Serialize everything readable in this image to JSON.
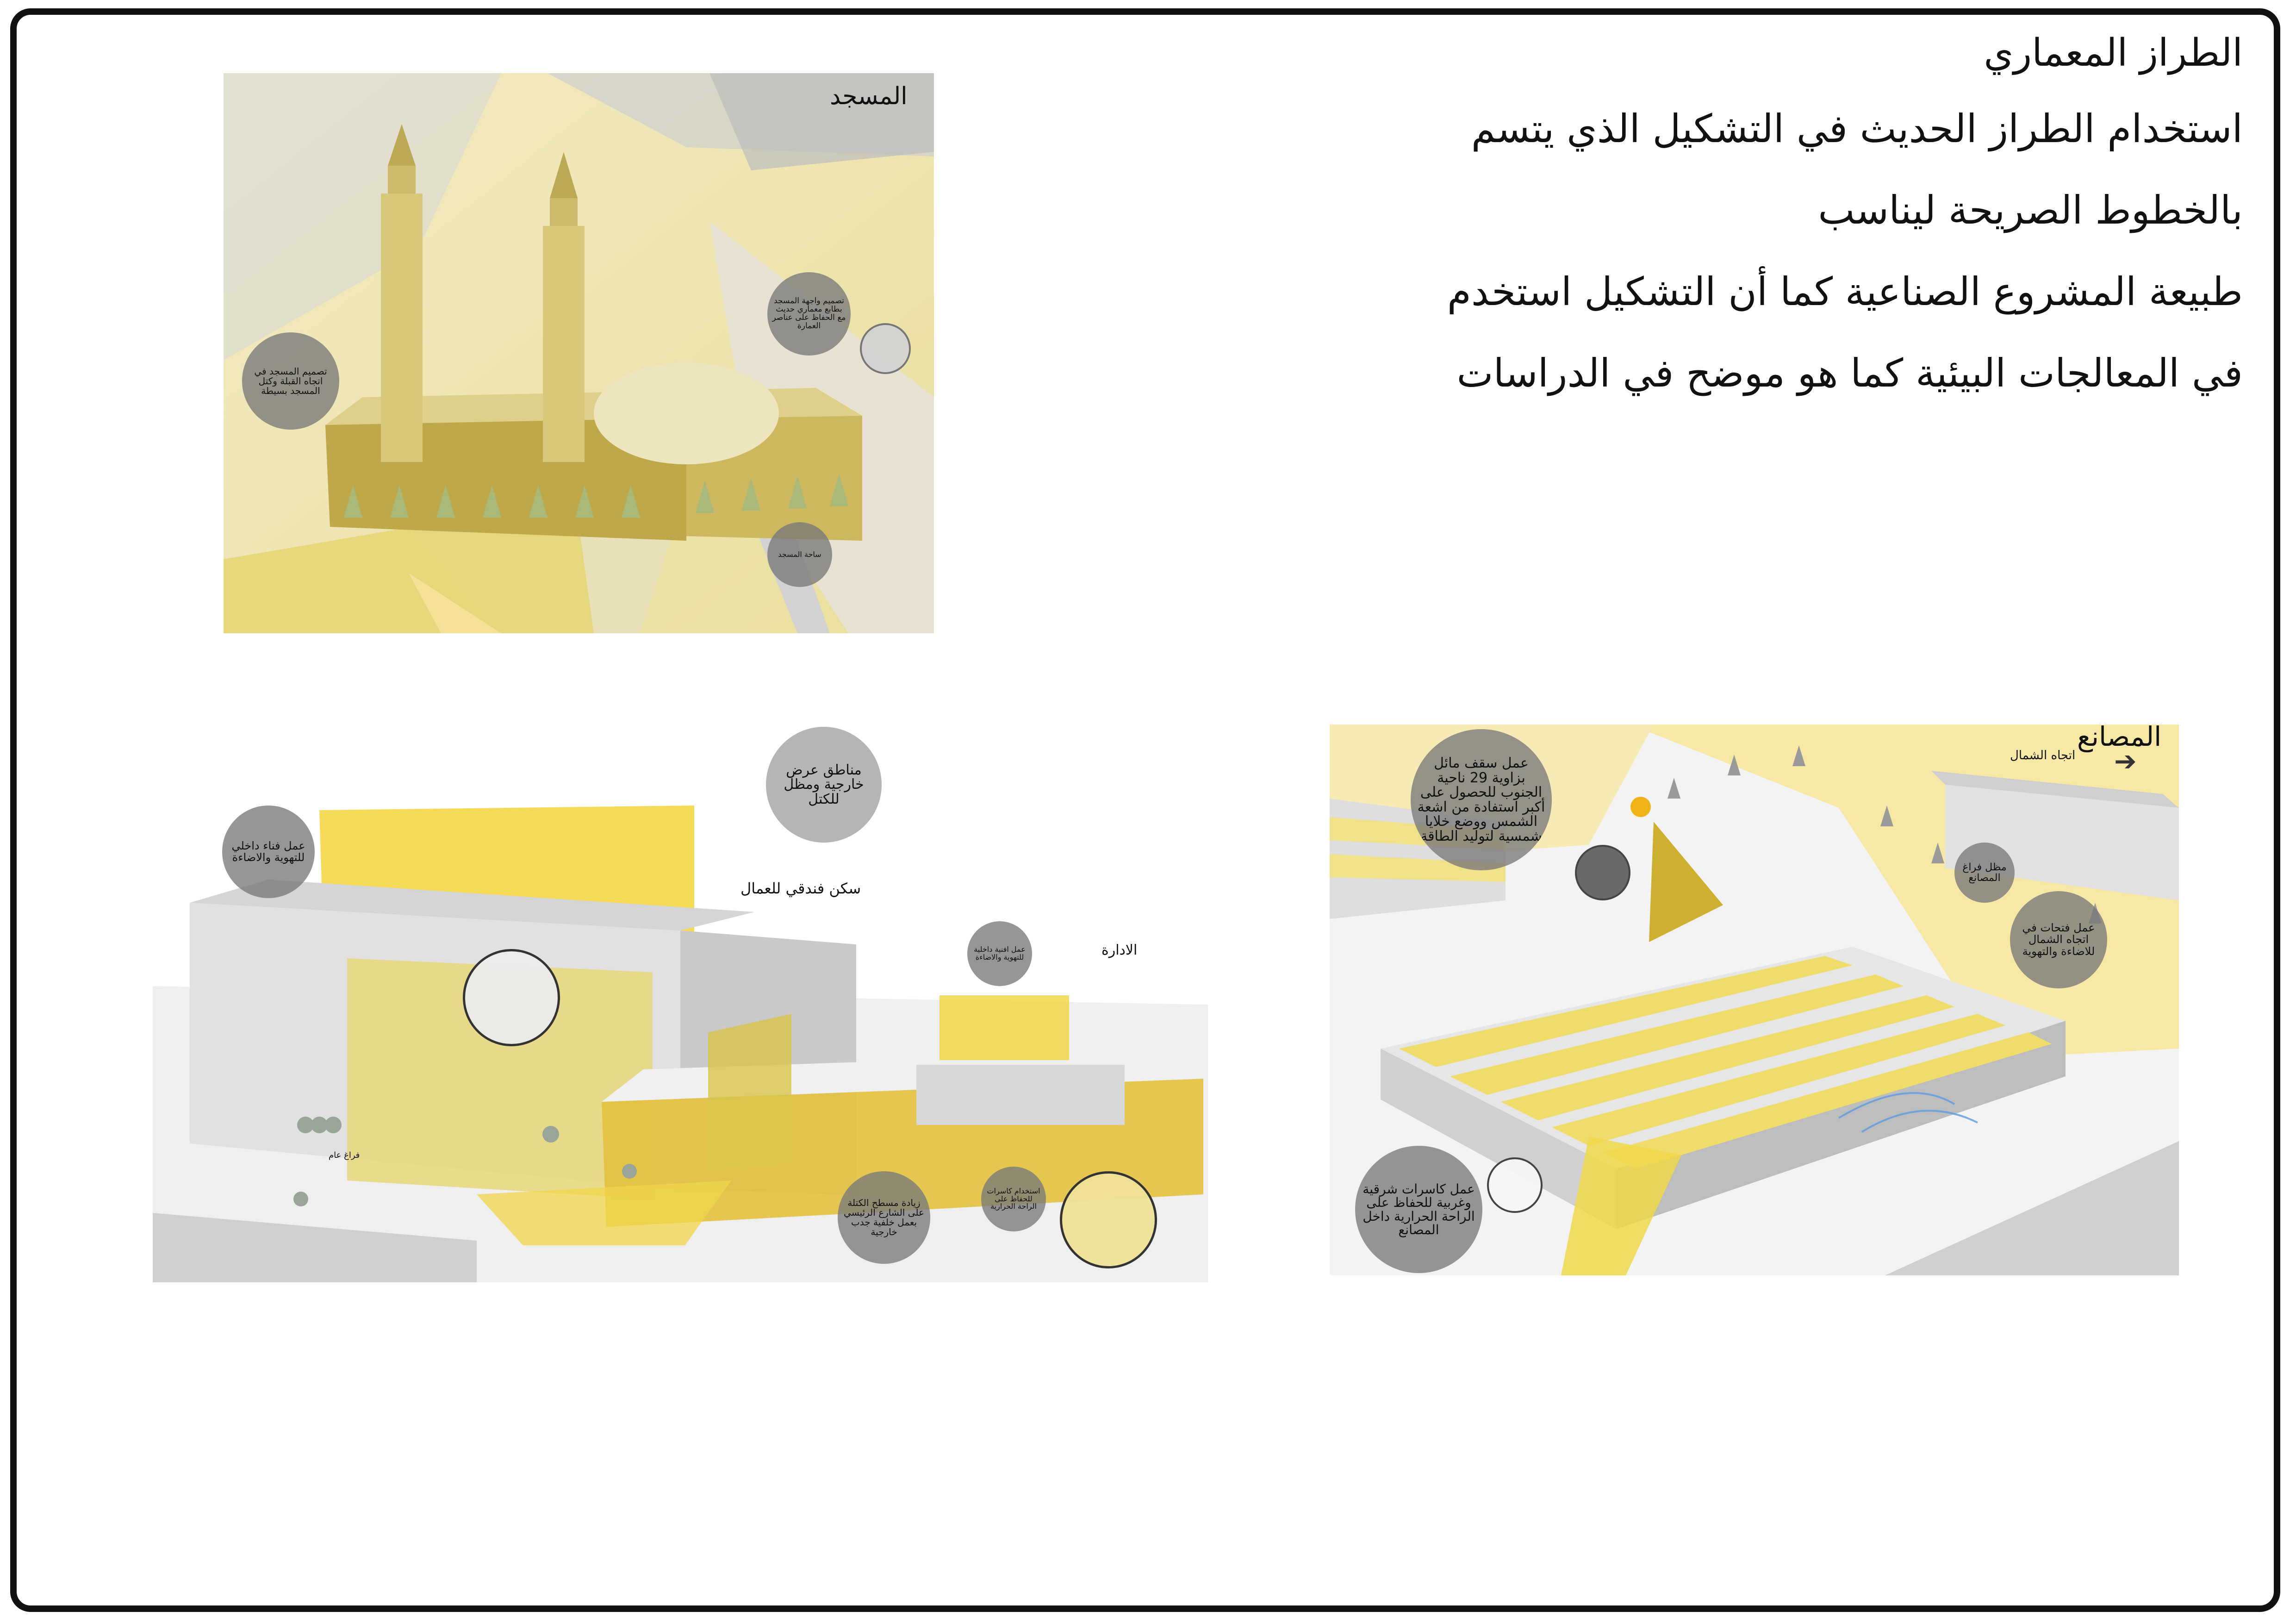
{
  "heading": {
    "title": "الطراز المعماري",
    "lines": [
      "استخدام الطراز الحديث في التشكيل الذي يتسم",
      "بالخطوط الصريحة  ليناسب",
      "طبيعة المشروع الصناعية كما أن  التشكيل استخدم",
      "في المعالجات البيئية كما هو موضح في الدراسات"
    ]
  },
  "mosque": {
    "title": "المسجد",
    "notes": [
      "تصميم المسجد في اتجاه القبلة وكتل المسجد بسيطة",
      "تصميم واجهة المسجد بطابع معماري حديث مع الحفاظ على عناصر العمارة",
      "ساحة المسجد"
    ]
  },
  "complex": {
    "labels": [
      "سكن فندقي للعمال",
      "الادارة",
      "فراغ عام"
    ],
    "notes": [
      "مناطق عرض خارجية ومظل للكتل",
      "عمل فناء داخلي للتهوية والاضاءة",
      "عمل افنية داخلية للتهوية والاضاءة",
      "زيادة مسطح الكتلة على الشارع الرئيسي بعمل خلفية جدب خارجية",
      "استخدام كاسرات للحفاظ على الراحة الحرارية"
    ]
  },
  "factories": {
    "title": "المصانع",
    "north": "اتجاه الشمال",
    "notes": [
      "عمل سقف مائل بزاوية 29 ناحية الجنوب للحصول على أكبر استفادة من اشعة الشمس ووضع خلايا شمسية لتوليد الطاقة",
      "مظل فراغ المصانع",
      "عمل فتحات في اتجاه الشمال للاضاءة والتهوية",
      "عمل كاسرات شرقية وغربية للحفاظ على الراحة الحرارية داخل المصانع"
    ]
  },
  "colors": {
    "accent": "#e6d34a",
    "shadow": "#8a8a8a",
    "ink": "#111111"
  }
}
